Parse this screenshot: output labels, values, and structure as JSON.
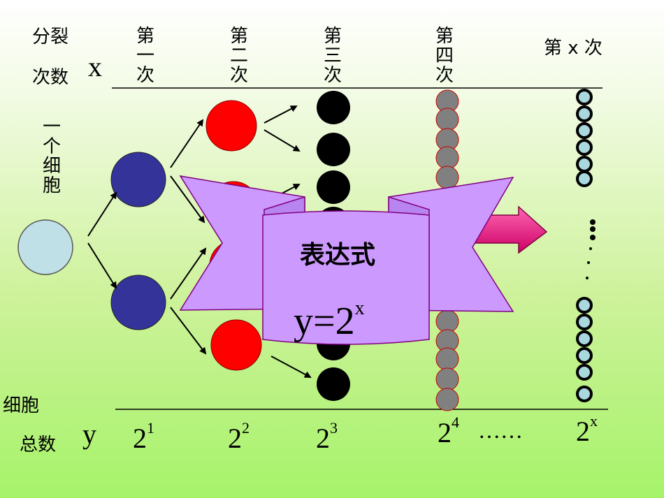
{
  "header": {
    "split_label_line1": "分裂",
    "split_label_line2": "次数",
    "x_var": "x",
    "gen1": "第一次",
    "gen2": "第二次",
    "gen3": "第三次",
    "gen4": "第四次",
    "genx": "第 x 次"
  },
  "side": {
    "one_cell": "一个细胞",
    "cell_total_line1": "细胞",
    "cell_total_line2": "总数",
    "y_var": "y"
  },
  "values": [
    {
      "base": "2",
      "exp": "1"
    },
    {
      "base": "2",
      "exp": "2"
    },
    {
      "base": "2",
      "exp": "3"
    },
    {
      "base": "2",
      "exp": "4"
    },
    {
      "base": "2",
      "exp": "x"
    }
  ],
  "ellipsis": "……",
  "banner": {
    "title": "表达式",
    "formula_base": "y=2",
    "formula_exp": "x"
  },
  "colors": {
    "origin_cell": "#bfe0e6",
    "gen1_cell": "#333399",
    "gen2_cell": "#ff0000",
    "gen3_cell": "#000000",
    "gen4_cell": "#808080",
    "genx_cell": "#a9d8df",
    "banner": "#cc99ff",
    "arrow": "#cc0066"
  }
}
